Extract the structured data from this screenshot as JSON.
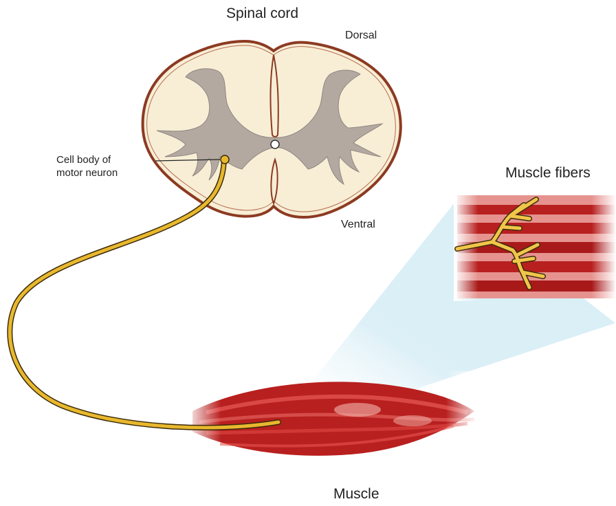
{
  "labels": {
    "spinal_cord": "Spinal cord",
    "dorsal": "Dorsal",
    "ventral": "Ventral",
    "cell_body_line1": "Cell body of",
    "cell_body_line2": "motor neuron",
    "muscle_fibers": "Muscle fibers",
    "muscle": "Muscle"
  },
  "colors": {
    "white_matter": "#f7eed5",
    "gray_matter": "#b3a9a1",
    "cord_outline": "#8c3a22",
    "axon": "#e8b82e",
    "axon_outline": "#3b2a0a",
    "muscle": "#b8201f",
    "muscle_light": "#e85a55",
    "zoom_cone": "#cfe9f3"
  },
  "icons": {
    "spinal_cord": "spinal-cord-cross-section",
    "neuron": "motor-neuron-axon",
    "muscle": "muscle-belly",
    "fibers": "muscle-fiber-bundle"
  }
}
